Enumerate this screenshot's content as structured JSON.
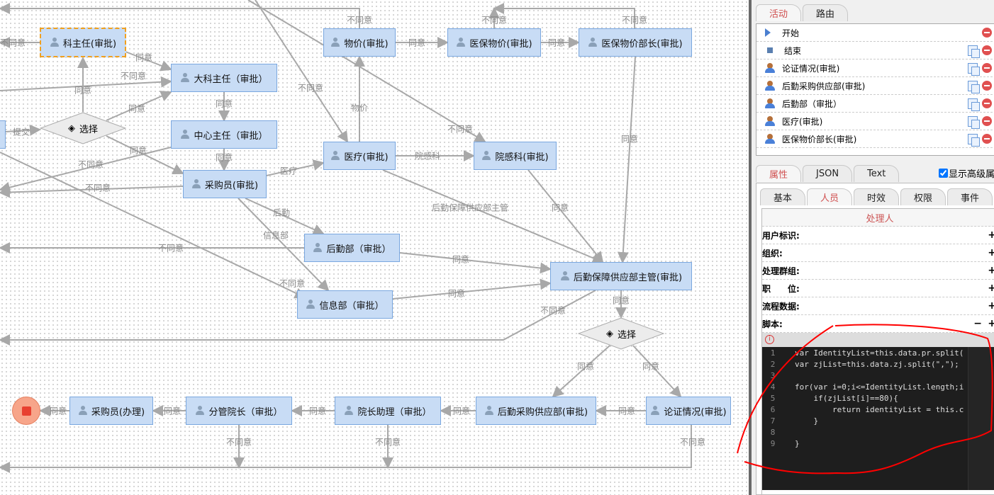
{
  "canvas": {
    "nodes": {
      "kezhuren": "科主任(审批)",
      "wujia": "物价(审批)",
      "yibaowujia": "医保物价(审批)",
      "yibaobuzhang": "医保物价部长(审批)",
      "dakezhuren": "大科主任（审批）",
      "zhongxinzhuren": "中心主任（审批）",
      "choice1": "选择",
      "yiliao": "医疗(审批)",
      "yuanganke": "院感科(审批)",
      "caigouyuan": "采购员(审批)",
      "houqinbu": "后勤部（审批）",
      "houqinbaozhang": "后勤保障供应部主管(审批)",
      "xinxibu": "信息部（审批）",
      "choice2": "选择",
      "lunzheng": "论证情况(审批)",
      "houqincaigou": "后勤采购供应部(审批)",
      "yuanzhangzhuli": "院长助理（审批）",
      "fenguan": "分管院长（审批）",
      "caigouyuanbanli": "采购员(办理)"
    },
    "edges": [
      {
        "label": "同意"
      },
      {
        "label": "同意"
      },
      {
        "label": "同意"
      },
      {
        "label": "同意"
      },
      {
        "label": "提交"
      },
      {
        "label": "同意"
      },
      {
        "label": "同意"
      },
      {
        "label": "不同意"
      },
      {
        "label": "不同意"
      },
      {
        "label": "不同意"
      },
      {
        "label": "医疗"
      },
      {
        "label": "后勤"
      },
      {
        "label": "信息部"
      },
      {
        "label": "物价"
      },
      {
        "label": "院感科"
      },
      {
        "label": "后勤保障供应部主管"
      },
      {
        "label": "同意"
      },
      {
        "label": "同意"
      },
      {
        "label": "同意"
      },
      {
        "label": "同意"
      },
      {
        "label": "同意"
      },
      {
        "label": "同意"
      },
      {
        "label": "不同意"
      },
      {
        "label": "不同意"
      },
      {
        "label": "不同意"
      },
      {
        "label": "同意"
      },
      {
        "label": "同意"
      },
      {
        "label": "同意"
      },
      {
        "label": "同意"
      },
      {
        "label": "同意"
      },
      {
        "label": "同意"
      },
      {
        "label": "同意"
      },
      {
        "label": "同意"
      },
      {
        "label": "不同意"
      },
      {
        "label": "不同意"
      },
      {
        "label": "不同意"
      },
      {
        "label": "不同意"
      },
      {
        "label": "不同意"
      },
      {
        "label": "不同意"
      },
      {
        "label": "不同意"
      },
      {
        "label": "不同意"
      },
      {
        "label": "不同意"
      }
    ]
  },
  "panel": {
    "top_tabs": [
      "活动",
      "路由"
    ],
    "activities": [
      {
        "label": "开始",
        "icon": "play-icon"
      },
      {
        "label": "结束",
        "icon": "stop-icon"
      },
      {
        "label": "论证情况(审批)",
        "icon": "user-icon"
      },
      {
        "label": "后勤采购供应部(审批)",
        "icon": "user-icon"
      },
      {
        "label": "后勤部（审批）",
        "icon": "user-icon"
      },
      {
        "label": "医疗(审批)",
        "icon": "user-icon"
      },
      {
        "label": "医保物价部长(审批)",
        "icon": "user-icon"
      }
    ],
    "prop_tabs": [
      "属性",
      "JSON",
      "Text"
    ],
    "advanced_label": "显示高级属",
    "sub_tabs": [
      "基本",
      "人员",
      "时效",
      "权限",
      "事件"
    ],
    "section_title": "处理人",
    "fields": [
      "用户标识:",
      "组织:",
      "处理群组:",
      "职　　位:",
      "流程数据:",
      "脚本:"
    ],
    "code_lines": [
      "var IdentityList=this.data.pr.split(",
      "var zjList=this.data.zj.split(\",\");",
      "",
      "for(var i=0;i<=IdentityList.length;i",
      "    if(zjList[i]==80){",
      "        return identityList = this.c",
      "    }",
      "",
      "}"
    ],
    "colors": {
      "accent": "#d05050",
      "node": "#c8dcf5",
      "annotation": "#ff0000"
    }
  }
}
